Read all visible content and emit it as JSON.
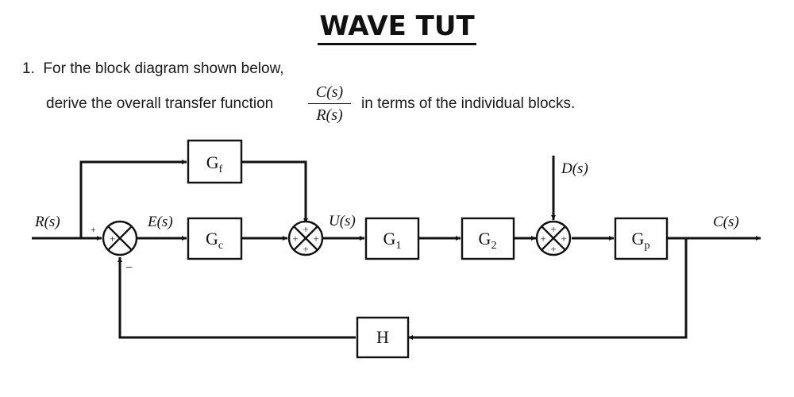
{
  "header": {
    "title": "WAVE TUT"
  },
  "question": {
    "number": "1.",
    "line1": "For the block diagram shown below,",
    "line2_before": "derive the overall transfer function",
    "fraction_numerator": "C(s)",
    "fraction_denominator": "R(s)",
    "line2_after": "in terms of the individual blocks."
  },
  "diagram": {
    "signals": {
      "input": "R(s)",
      "error": "E(s)",
      "control": "U(s)",
      "disturbance": "D(s)",
      "output": "C(s)"
    },
    "blocks": {
      "gf": {
        "base": "G",
        "sub": "f"
      },
      "gc": {
        "base": "G",
        "sub": "c"
      },
      "g1": {
        "base": "G",
        "sub": "1"
      },
      "g2": {
        "base": "G",
        "sub": "2"
      },
      "gp": {
        "base": "G",
        "sub": "p"
      },
      "h": {
        "base": "H",
        "sub": ""
      }
    },
    "signs": {
      "sj1_outer_plus": "+",
      "sj1_left": "+",
      "sj1_minus": "−",
      "sj2_top": "+",
      "sj2_left": "+",
      "sj2_right": "+",
      "sj2_bottom": "+",
      "sj3_top": "+",
      "sj3_left": "+",
      "sj3_right": "+",
      "sj3_bottom": "+"
    }
  }
}
